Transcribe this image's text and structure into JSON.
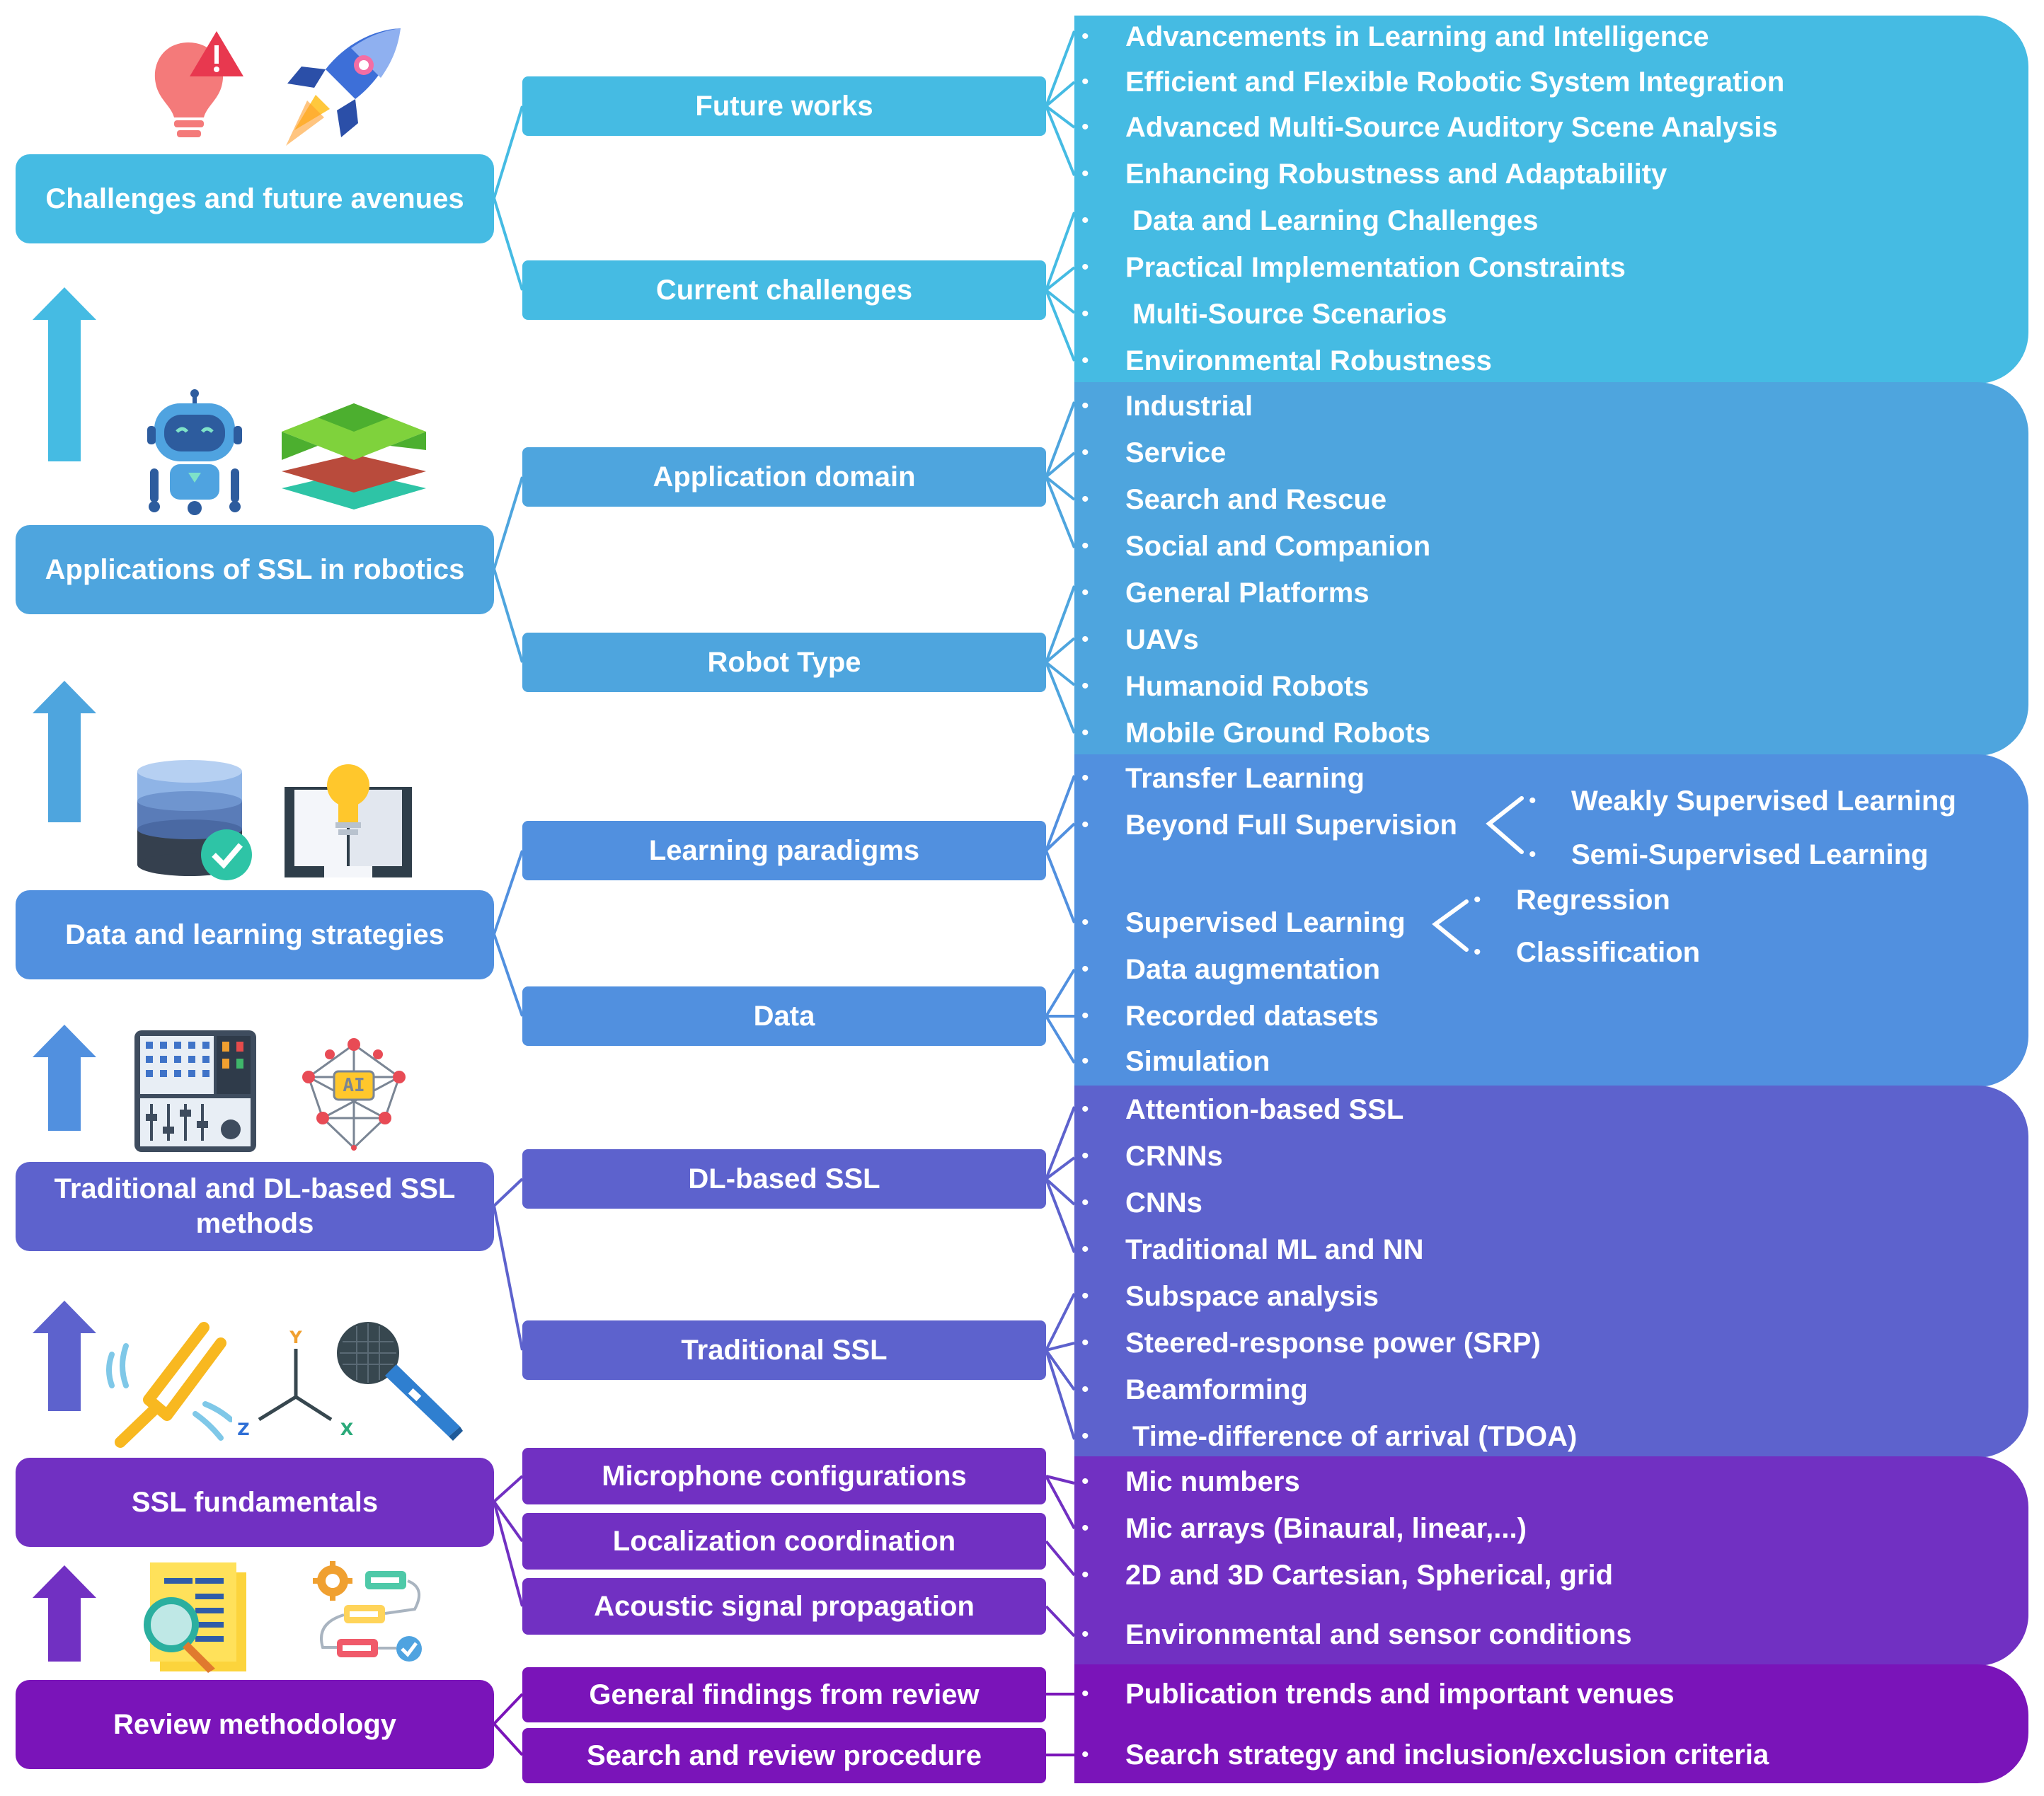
{
  "colors": {
    "level6": "#45BBE3",
    "level5": "#4EA5DE",
    "level4": "#5190DF",
    "level3": "#5D62CD",
    "level2": "#7130C2",
    "level1": "#7A14B9"
  },
  "levels": [
    {
      "key": "challenges",
      "title": "Challenges and future avenues",
      "icons": [
        "lightbulb-alert-icon",
        "rocket-icon"
      ],
      "subs": [
        {
          "label": "Future works",
          "items": [
            "Advancements in Learning and Intelligence",
            "Efficient and Flexible Robotic System Integration",
            "Advanced Multi-Source Auditory Scene Analysis",
            "Enhancing Robustness and Adaptability"
          ]
        },
        {
          "label": "Current challenges",
          "items": [
            "Data and Learning Challenges",
            "Practical Implementation Constraints",
            "Multi-Source Scenarios",
            "Environmental Robustness"
          ]
        }
      ]
    },
    {
      "key": "applications",
      "title": "Applications of SSL in robotics",
      "icons": [
        "robot-icon",
        "layers-icon"
      ],
      "subs": [
        {
          "label": "Application domain",
          "items": [
            "Industrial",
            "Service",
            "Search and Rescue",
            "Social and Companion"
          ]
        },
        {
          "label": "Robot Type",
          "items": [
            "General Platforms",
            "UAVs",
            "Humanoid Robots",
            "Mobile Ground Robots"
          ]
        }
      ]
    },
    {
      "key": "data",
      "title": "Data and learning strategies",
      "icons": [
        "database-check-icon",
        "book-lightbulb-icon"
      ],
      "subs": [
        {
          "label": "Learning paradigms",
          "items": [
            "Transfer Learning",
            "Beyond Full Supervision",
            "Supervised Learning"
          ]
        },
        {
          "label": "Data",
          "items": [
            "Data augmentation",
            "Recorded datasets",
            "Simulation"
          ]
        }
      ],
      "nested": [
        {
          "parent": "Beyond Full Supervision",
          "children": [
            "Weakly Supervised Learning",
            "Semi-Supervised Learning"
          ]
        },
        {
          "parent": "Supervised Learning",
          "children": [
            "Regression",
            "Classification"
          ]
        }
      ]
    },
    {
      "key": "methods",
      "title": "Traditional and DL-based SSL methods",
      "icons": [
        "mixer-panel-icon",
        "ai-brain-icon"
      ],
      "subs": [
        {
          "label": "DL-based SSL",
          "items": [
            "Attention-based SSL",
            "CRNNs",
            "CNNs",
            "Traditional ML and NN"
          ]
        },
        {
          "label": "Traditional SSL",
          "items": [
            "Subspace analysis",
            "Steered-response power (SRP)",
            "Beamforming",
            "Time-difference of arrival (TDOA)"
          ]
        }
      ]
    },
    {
      "key": "fundamentals",
      "title": "SSL fundamentals",
      "icons": [
        "tuning-fork-icon",
        "axes-icon",
        "microphone-icon"
      ],
      "axis_labels": [
        "Y",
        "Z",
        "X"
      ],
      "subs": [
        {
          "label": "Microphone configurations",
          "items": [
            "Mic numbers",
            "Mic arrays (Binaural, linear,...)"
          ]
        },
        {
          "label": "Localization coordination",
          "items": [
            "2D and 3D Cartesian, Spherical, grid"
          ]
        },
        {
          "label": "Acoustic signal propagation",
          "items": [
            "Environmental and sensor conditions"
          ]
        }
      ]
    },
    {
      "key": "review",
      "title": "Review methodology",
      "icons": [
        "document-search-icon",
        "workflow-icon"
      ],
      "subs": [
        {
          "label": "General findings from review",
          "items": [
            "Publication trends and important venues"
          ]
        },
        {
          "label": "Search and review procedure",
          "items": [
            "Search strategy and inclusion/exclusion criteria"
          ]
        }
      ]
    }
  ]
}
